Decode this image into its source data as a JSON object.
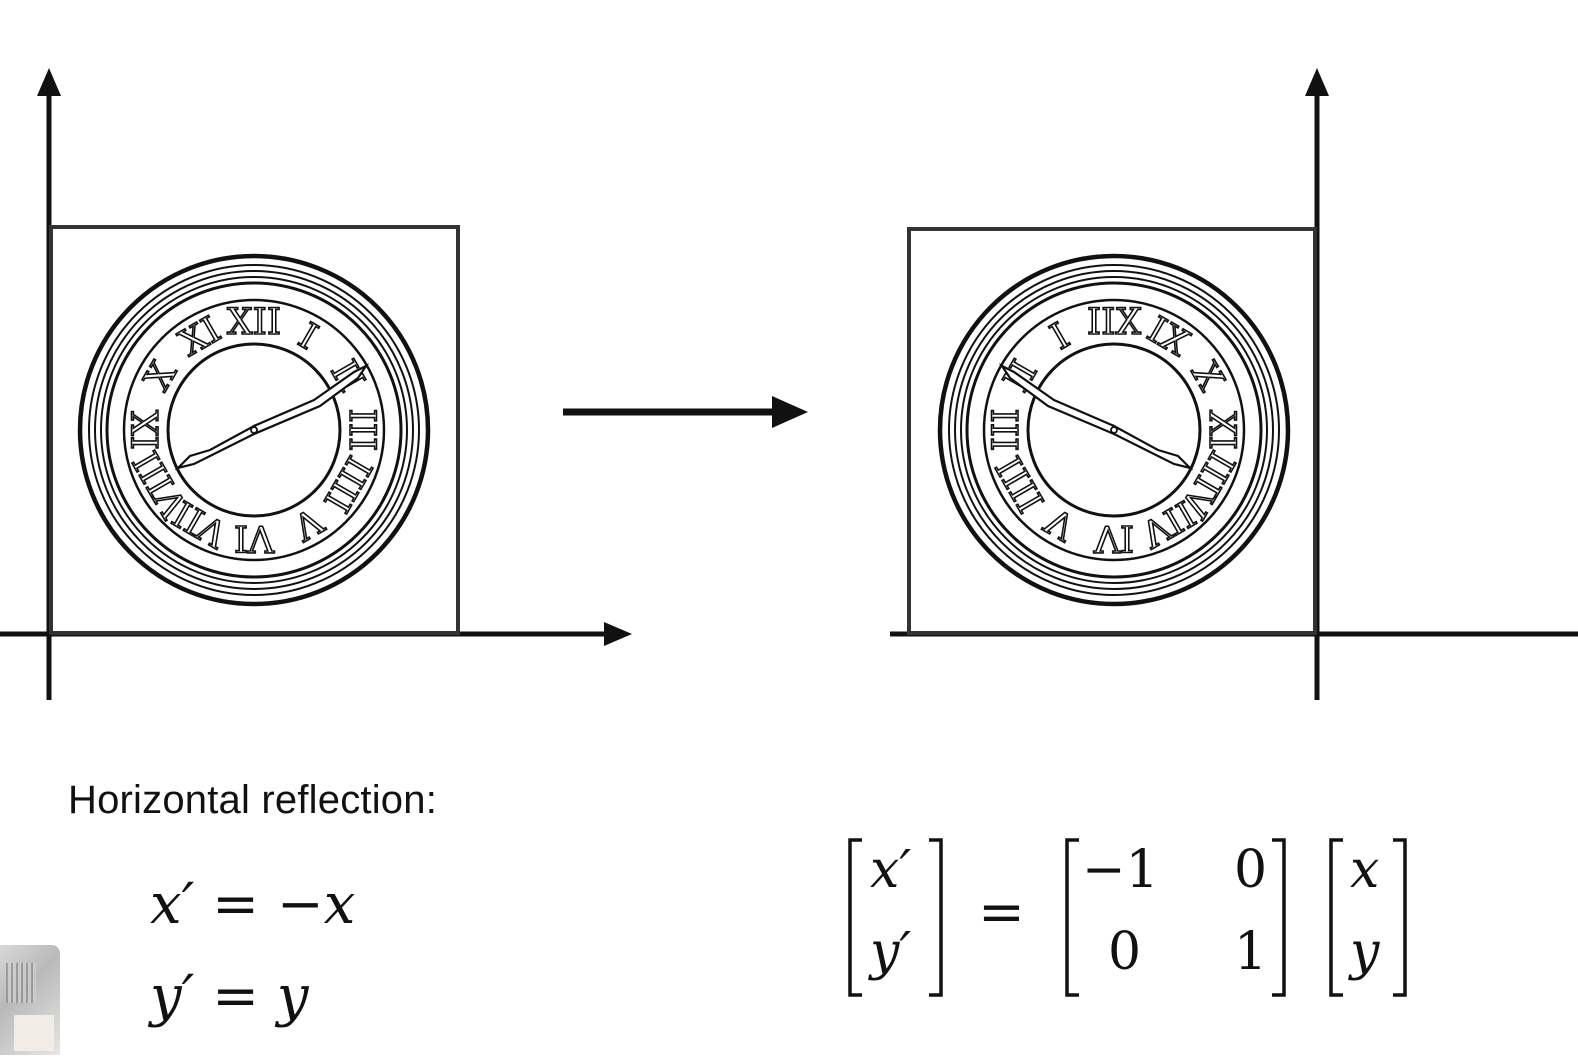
{
  "title": "Horizontal reflection:",
  "equations": {
    "line1": {
      "lhs": "x′",
      "op": "=",
      "rhs": "−x"
    },
    "line2": {
      "lhs": "y′",
      "op": "=",
      "rhs": "y"
    }
  },
  "matrix_equation": {
    "lhs_vector": [
      "x′",
      "y′"
    ],
    "equals": "=",
    "matrix": [
      [
        "−1",
        "0"
      ],
      [
        "0",
        "1"
      ]
    ],
    "rhs_vector": [
      "x",
      "y"
    ]
  },
  "clock_numerals": [
    "XII",
    "I",
    "II",
    "III",
    "IIII",
    "V",
    "VI",
    "VII",
    "VIII",
    "IX",
    "X",
    "XI"
  ],
  "colors": {
    "ink": "#111111",
    "background": "#ffffff"
  }
}
